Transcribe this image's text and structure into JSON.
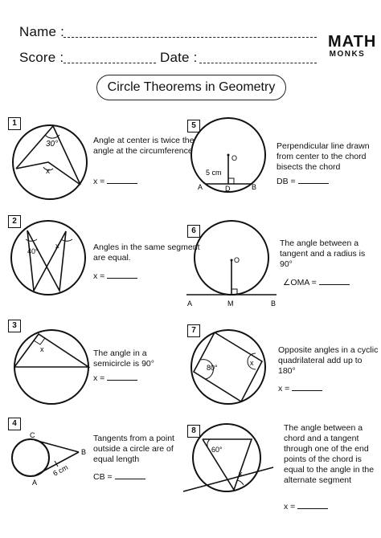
{
  "header": {
    "name_label": "Name :",
    "score_label": "Score :",
    "date_label": "Date :",
    "logo_top": "MATH",
    "logo_bottom": "MONKS"
  },
  "title": "Circle Theorems in Geometry",
  "problems": [
    {
      "number": "1",
      "text": "Angle at center is twice the angle at the circumference",
      "answer_label": "x =",
      "labels": {
        "angle": "30°",
        "x": "x"
      }
    },
    {
      "number": "2",
      "text": "Angles in the same segment are equal.",
      "answer_label": "x =",
      "labels": {
        "angle": "40°",
        "x": "x"
      }
    },
    {
      "number": "3",
      "text": "The angle in a semicircle is 90°",
      "answer_label": "x =",
      "labels": {
        "x": "x"
      }
    },
    {
      "number": "4",
      "text": "Tangents from a point outside a circle are of equal length",
      "answer_label": "CB =",
      "labels": {
        "c": "C",
        "a": "A",
        "b": "B",
        "len": "6 cm"
      }
    },
    {
      "number": "5",
      "text": "Perpendicular line drawn from center to the chord bisects the chord",
      "answer_label": "DB =",
      "labels": {
        "o": "O",
        "len": "5 cm",
        "a": "A",
        "d": "D",
        "b": "B"
      }
    },
    {
      "number": "6",
      "text": "The angle between a tangent and a radius is 90°",
      "answer_label": "∠OMA =",
      "labels": {
        "o": "O",
        "a": "A",
        "m": "M",
        "b": "B"
      }
    },
    {
      "number": "7",
      "text": "Opposite angles in a cyclic quadrilateral add up to 180°",
      "answer_label": "x =",
      "labels": {
        "angle": "80°",
        "x": "x"
      }
    },
    {
      "number": "8",
      "text": "The angle between a chord and a tangent through one of the end points of the chord is equal to the angle in the alternate segment",
      "answer_label": "x =",
      "labels": {
        "angle": "60°",
        "x": "x"
      }
    }
  ]
}
